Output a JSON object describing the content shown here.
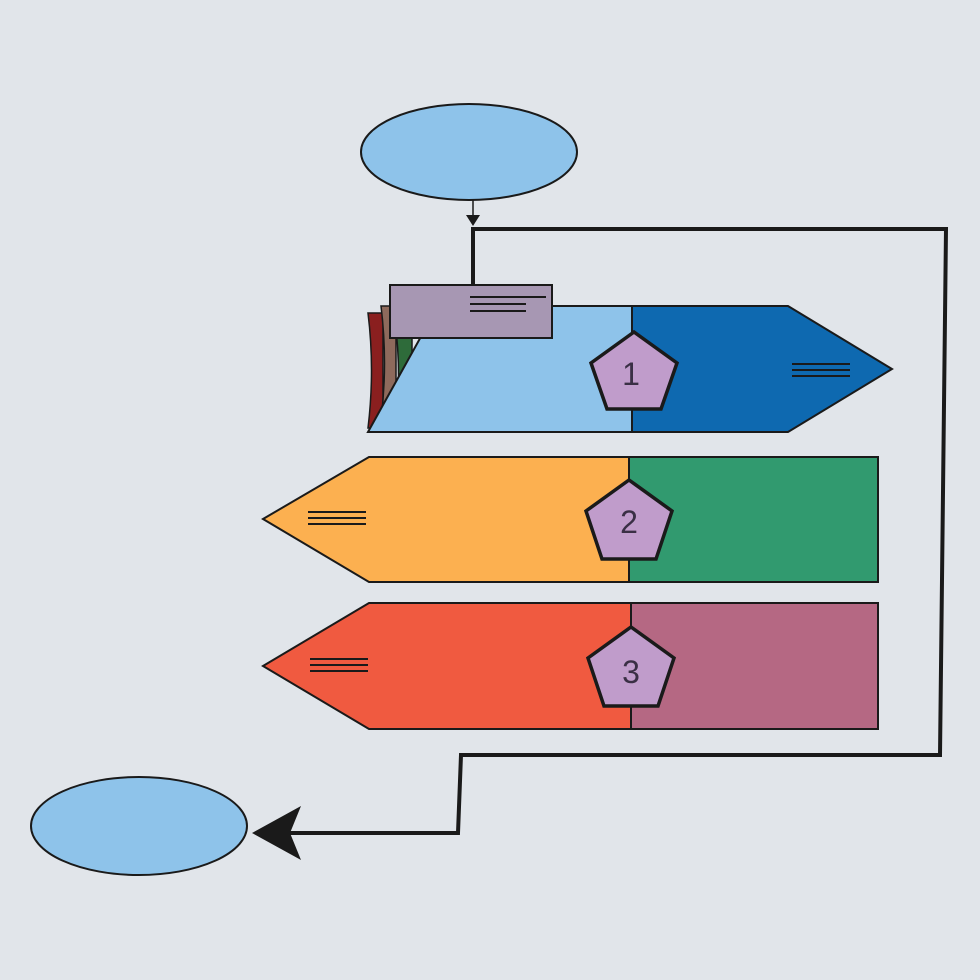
{
  "colors": {
    "background": "#e1e5ea",
    "outline": "#1a1a1a",
    "oval": "#8ec3ea",
    "label_tab": "#a797b3",
    "pentagon": "#c09ccb",
    "back_sheet_red": "#8a1f1f",
    "back_sheet_brown": "#8e6a5c",
    "back_sheet_green": "#2e6b3a"
  },
  "steps": [
    {
      "number": "1",
      "left_color": "#8ec3ea",
      "right_color": "#0e69b0",
      "lines_icon": "text-lines-icon"
    },
    {
      "number": "2",
      "left_color": "#fcb050",
      "right_color": "#319a6f",
      "lines_icon": "text-lines-icon"
    },
    {
      "number": "3",
      "left_color": "#f05a40",
      "right_color": "#b56883",
      "lines_icon": "text-lines-icon"
    }
  ],
  "icons": {
    "start_node": "oval-start-icon",
    "end_node": "oval-end-icon",
    "arrowhead": "arrowhead-icon",
    "marker": "pentagon-icon"
  }
}
